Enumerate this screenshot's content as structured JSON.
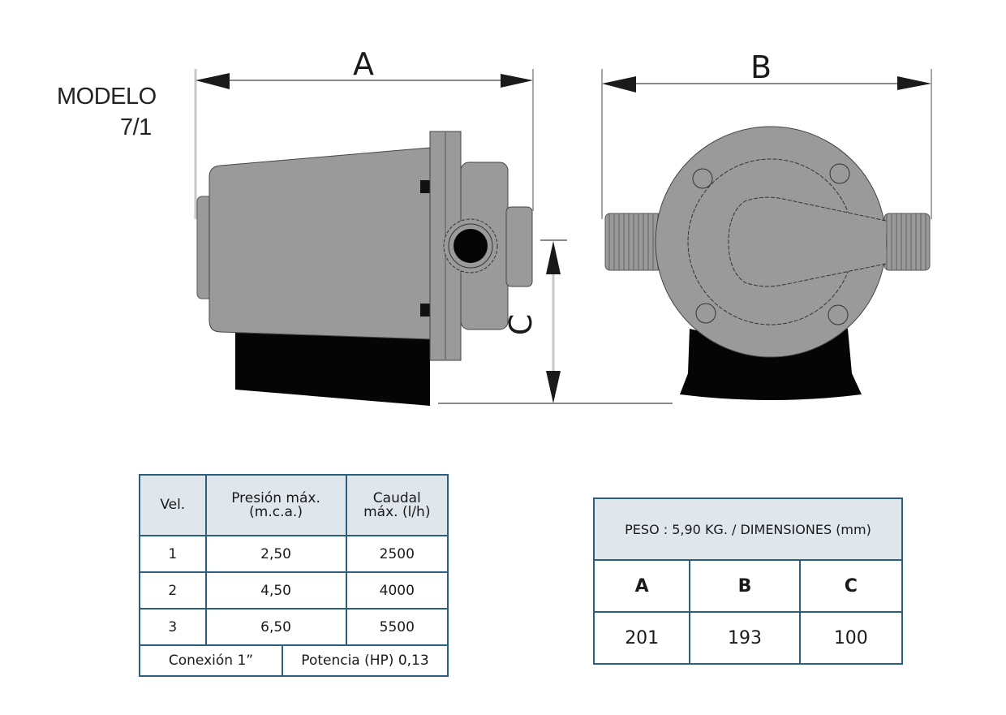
{
  "model": {
    "label": "MODELO",
    "number": "7/1"
  },
  "drawing": {
    "dimension_labels": {
      "a": "A",
      "b": "B",
      "c": "C"
    },
    "views": [
      "side-view",
      "front-view"
    ],
    "colors": {
      "body": "#9a9a9a",
      "base": "#050505",
      "dimension_line": "#8a8a8a",
      "arrow": "#1a1a1a"
    }
  },
  "performance_table": {
    "headers": {
      "speed": "Vel.",
      "pressure": "Presión máx. (m.c.a.)",
      "pressure_l1": "Presión máx.",
      "pressure_l2": "(m.c.a.)",
      "flow_l1": "Caudal",
      "flow_l2": "máx. (l/h)"
    },
    "rows": [
      {
        "speed": "1",
        "pressure": "2,50",
        "flow": "2500"
      },
      {
        "speed": "2",
        "pressure": "4,50",
        "flow": "4000"
      },
      {
        "speed": "3",
        "pressure": "6,50",
        "flow": "5500"
      }
    ],
    "footer": {
      "connection": "Conexión 1”",
      "power": "Potencia (HP) 0,13"
    }
  },
  "dimensions_table": {
    "header": "PESO : 5,90 KG. / DIMENSIONES (mm)",
    "columns": [
      "A",
      "B",
      "C"
    ],
    "values": [
      "201",
      "193",
      "100"
    ]
  },
  "colors": {
    "table_border": "#2a5f7f",
    "table_header_bg": "#dfe6ec"
  }
}
